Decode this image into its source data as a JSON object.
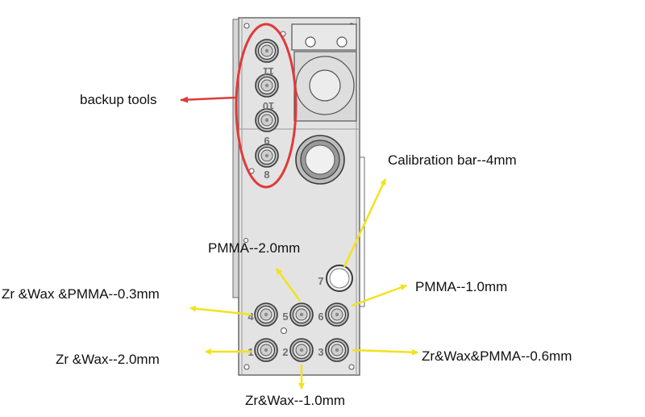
{
  "diagram": {
    "colors": {
      "panel": "#e3e3e3",
      "panel_stroke": "#6a6a6a",
      "highlight_ellipse": "#e03a3a",
      "backup_arrow": "#e03a3a",
      "callout_arrow": "#f2e21c"
    },
    "slots": {
      "s11": "11",
      "s10": "10",
      "s9": "9",
      "s8": "8",
      "s7": "7",
      "s6": "6",
      "s5": "5",
      "s4": "4",
      "s3": "3",
      "s2": "2",
      "s1": "1"
    },
    "labels": {
      "backup_tools": "backup tools",
      "calibration_bar": "Calibration bar--4mm",
      "pmma_2": "PMMA--2.0mm",
      "pmma_1": "PMMA--1.0mm",
      "zr_wax_pmma_03": "Zr &Wax &PMMA--0.3mm",
      "zr_wax_20": "Zr &Wax--2.0mm",
      "zr_wax_pmma_06": "Zr&Wax&PMMA--0.6mm",
      "zr_wax_10": "Zr&Wax--1.0mm"
    }
  }
}
